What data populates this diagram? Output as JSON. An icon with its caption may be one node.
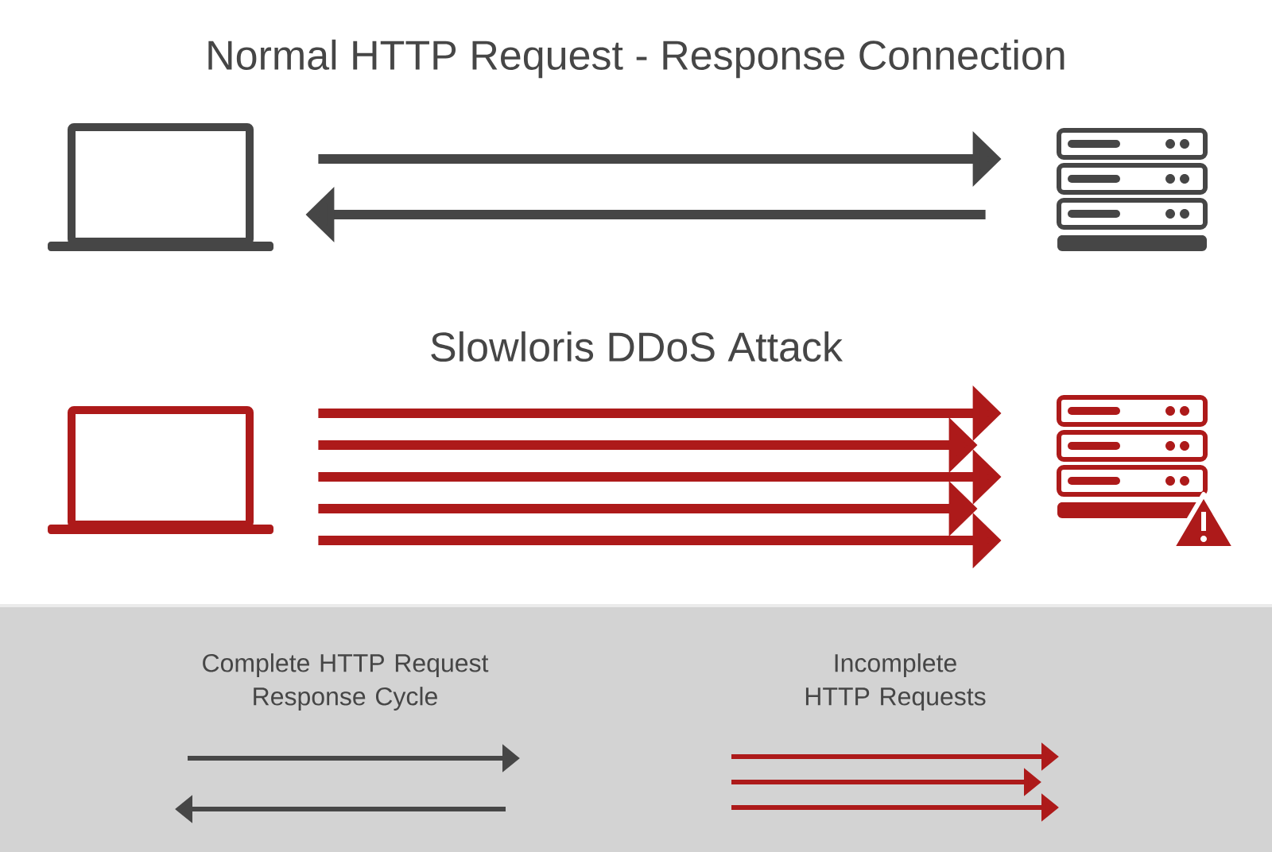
{
  "diagram": {
    "title": "Normal HTTP Request - Response Connection",
    "nodes": [
      {
        "text": [],
        "shape": "laptop"
      },
      {
        "text": [],
        "shape": "server"
      },
      {
        "text": [],
        "shape": "laptop"
      },
      {
        "text": [],
        "shape": "server"
      }
    ],
    "edges": [
      {
        "from": 0,
        "to": 1,
        "arrow": "to",
        "color": "#464646"
      },
      {
        "from": 1,
        "to": 0,
        "arrow": "to",
        "color": "#464646"
      },
      {
        "from": 2,
        "to": 3,
        "arrow": "to",
        "color": "#ad1a1a"
      },
      {
        "from": 2,
        "to": 3,
        "arrow": "to",
        "color": "#ad1a1a"
      },
      {
        "from": 2,
        "to": 3,
        "arrow": "to",
        "color": "#ad1a1a"
      },
      {
        "from": 2,
        "to": 3,
        "arrow": "to",
        "color": "#ad1a1a"
      },
      {
        "from": 2,
        "to": 3,
        "arrow": "to",
        "color": "#ad1a1a"
      }
    ],
    "labels": [
      "Slowloris DDoS Attack"
    ],
    "legend": [
      {
        "text": "Complete HTTP Request Response Cycle"
      },
      {
        "text": "Incomplete HTTP Requests"
      }
    ]
  }
}
